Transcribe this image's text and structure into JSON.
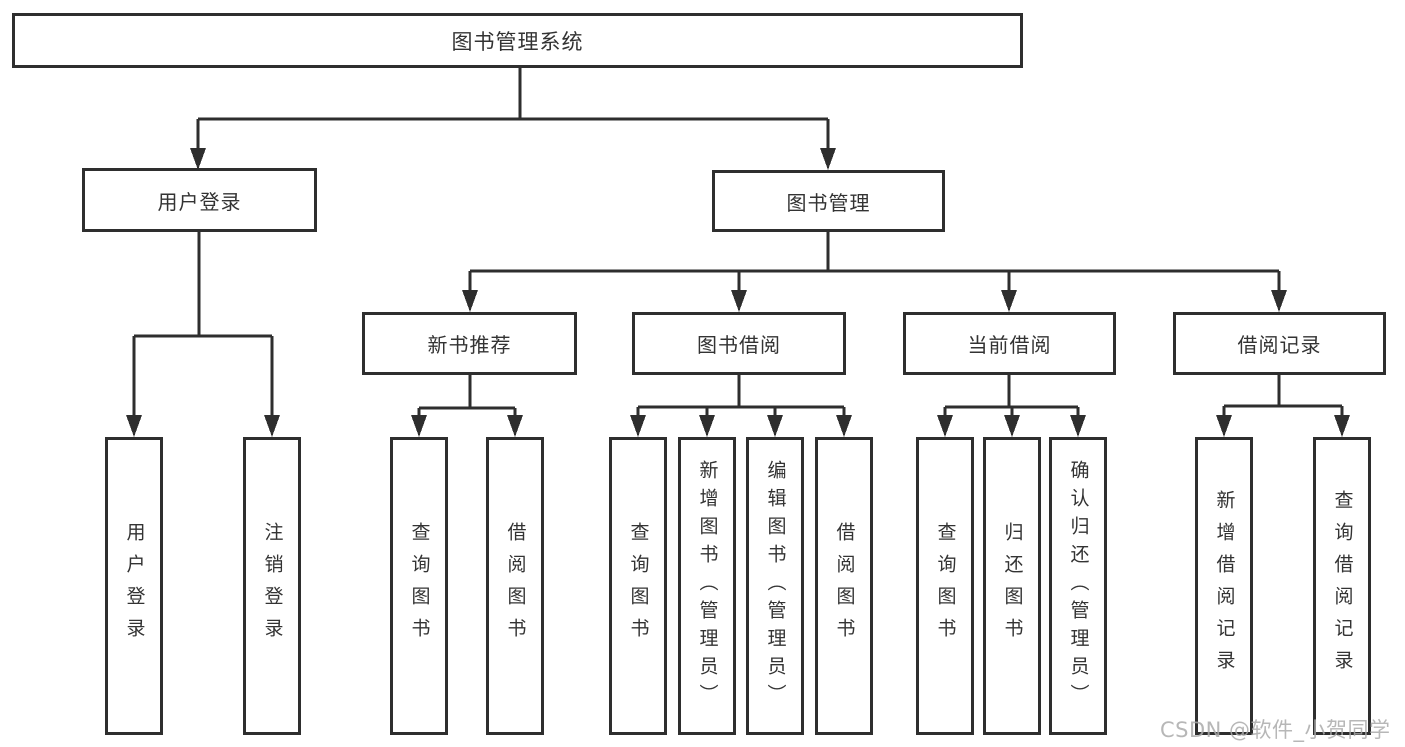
{
  "diagram": {
    "root": {
      "label": "图书管理系统"
    },
    "branches": [
      {
        "label": "用户登录",
        "children": [
          {
            "label": "用户登录"
          },
          {
            "label": "注销登录"
          }
        ]
      },
      {
        "label": "图书管理",
        "children": [
          {
            "label": "新书推荐",
            "children": [
              {
                "label": "查询图书"
              },
              {
                "label": "借阅图书"
              }
            ]
          },
          {
            "label": "图书借阅",
            "children": [
              {
                "label": "查询图书"
              },
              {
                "label": "新增图书（管理员）"
              },
              {
                "label": "编辑图书（管理员）"
              },
              {
                "label": "借阅图书"
              }
            ]
          },
          {
            "label": "当前借阅",
            "children": [
              {
                "label": "查询图书"
              },
              {
                "label": "归还图书"
              },
              {
                "label": "确认归还（管理员）"
              }
            ]
          },
          {
            "label": "借阅记录",
            "children": [
              {
                "label": "新增借阅记录"
              },
              {
                "label": "查询借阅记录"
              }
            ]
          }
        ]
      }
    ]
  },
  "watermark": {
    "text": "CSDN @软件_小贺同学"
  },
  "colors": {
    "line": "#2e2e2e",
    "node_text": "#333333",
    "watermark_text": "#ababab",
    "background": "#ffffff"
  }
}
